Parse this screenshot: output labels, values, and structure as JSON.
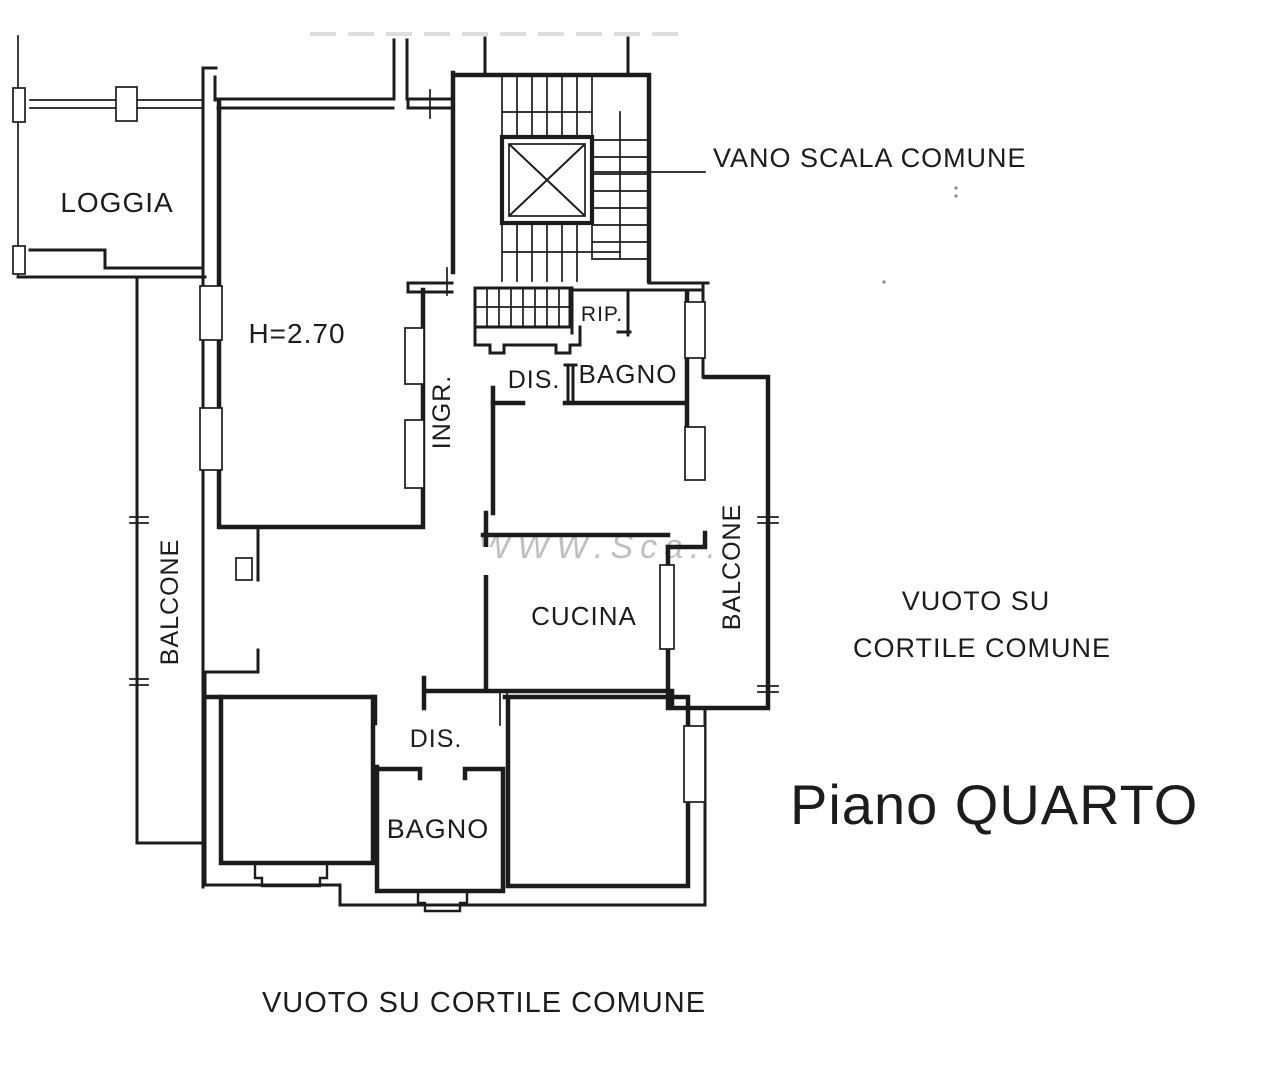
{
  "page": {
    "title": "Piano QUARTO",
    "background": "#ffffff",
    "ink": "#1c1c1c"
  },
  "plan": {
    "floor_title": "Piano QUARTO",
    "stairwell_label": "VANO SCALA COMUNE",
    "height_annotation": "H=2.70",
    "void_right": {
      "line1": "VUOTO SU",
      "line2": "CORTILE COMUNE"
    },
    "void_bottom": "VUOTO SU CORTILE COMUNE",
    "watermark": "WWW.Sca...",
    "rooms": [
      {
        "id": "loggia",
        "label": "LOGGIA"
      },
      {
        "id": "ingresso",
        "label": "INGR."
      },
      {
        "id": "disimpegno-upper",
        "label": "DIS."
      },
      {
        "id": "bagno-upper",
        "label": "BAGNO"
      },
      {
        "id": "ripostiglio",
        "label": "RIP."
      },
      {
        "id": "cucina",
        "label": "CUCINA"
      },
      {
        "id": "balcone-left",
        "label": "BALCONE"
      },
      {
        "id": "balcone-right",
        "label": "BALCONE"
      },
      {
        "id": "disimpegno-lower",
        "label": "DIS."
      },
      {
        "id": "bagno-lower",
        "label": "BAGNO"
      }
    ]
  }
}
